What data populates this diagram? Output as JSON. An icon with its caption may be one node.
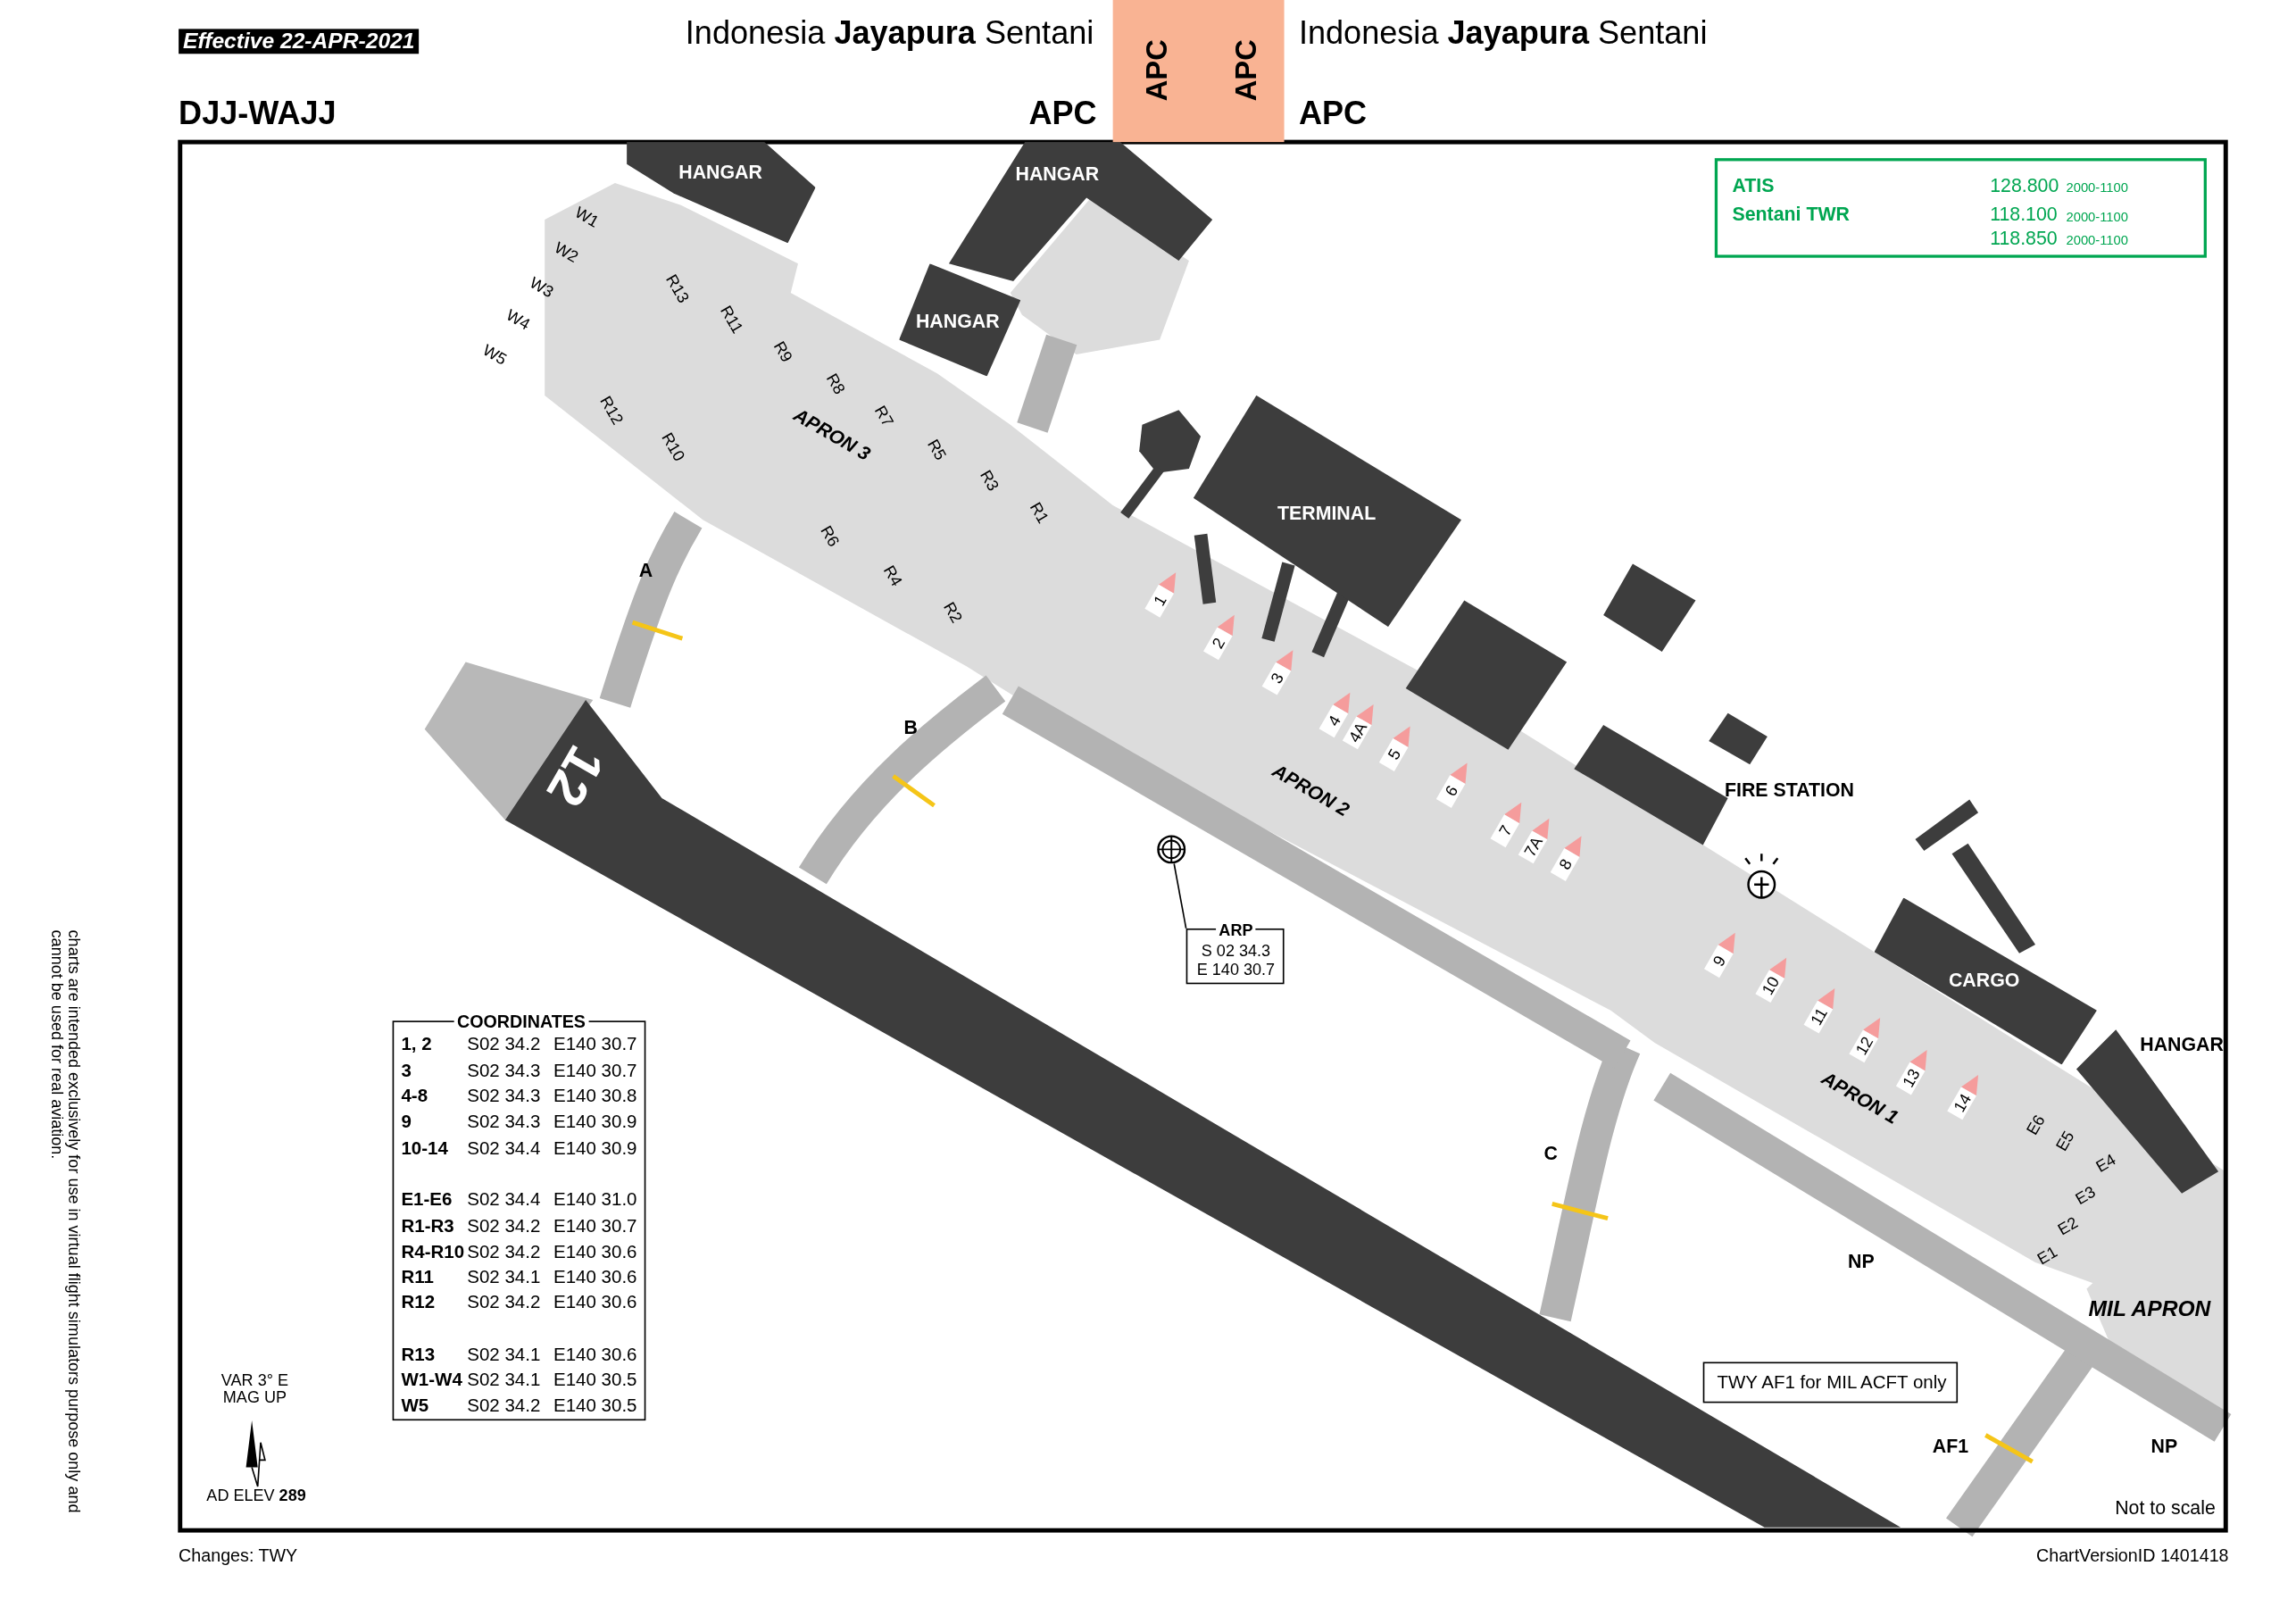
{
  "diagram": {
    "nodes": [
      {
        "text": [
          "HANGAR"
        ]
      },
      {
        "text": [
          "HANGAR"
        ]
      },
      {
        "text": [
          "HANGAR"
        ]
      },
      {
        "text": [
          "TERMINAL"
        ]
      },
      {
        "text": [
          "CARGO"
        ]
      },
      {
        "text": [
          "ATIS",
          "128.800",
          "2000-1100",
          "Sentani TWR",
          "118.100",
          "2000-1100",
          "118.850",
          "2000-1100"
        ]
      },
      {
        "text": [
          "ARP",
          "S 02 34.3",
          "E 140 30.7"
        ]
      },
      {
        "text": [],
        "shape": "circle"
      },
      {
        "text": [
          "COORDINATES"
        ]
      },
      {
        "text": [
          "TWY AF1 for MIL ACFT only"
        ]
      },
      {
        "text": [
          "APC",
          "APC"
        ]
      }
    ],
    "edges": [
      {
        "from": 6,
        "to": 7,
        "arrow": "none"
      }
    ],
    "labels": [
      "Effective 22-APR-2021",
      "Indonesia **Jayapura** Sentani",
      "Indonesia **Jayapura** Sentani",
      "DJJ-WAJJ",
      "APC",
      "APC",
      "W1",
      "W2",
      "W3",
      "W4",
      "W5",
      "R13",
      "R11",
      "R9",
      "R8",
      "R7",
      "R5",
      "R3",
      "R1",
      "R12",
      "R10",
      "APRON 3",
      "R6",
      "R4",
      "R2",
      "A",
      "1",
      "2",
      "3",
      "B",
      "12",
      "4",
      "4A",
      "5",
      "APRON 2",
      "6",
      "7",
      "7A",
      "8",
      "FIRE STATION",
      "9",
      "10",
      "11",
      "12",
      "13",
      "14",
      "HANGAR",
      "E6",
      "E5",
      "E4",
      "E3",
      "E2",
      "E1",
      "APRON 1",
      "C",
      "NP",
      "MIL APRON",
      "AF1",
      "NP",
      "Not to scale",
      "VAR 3° E MAG UP",
      "AD ELEV **289**",
      "1, 2",
      "S02 34.2",
      "E140 30.7",
      "3",
      "S02 34.3",
      "E140 30.7",
      "4-8",
      "S02 34.3",
      "E140 30.8",
      "9",
      "S02 34.3",
      "E140 30.9",
      "10-14",
      "S02 34.4",
      "E140 30.9",
      "E1-E6",
      "S02 34.4",
      "E140 31.0",
      "R1-R3",
      "S02 34.2",
      "E140 30.7",
      "R4-R10",
      "S02 34.2",
      "E140 30.6",
      "R11",
      "S02 34.1",
      "E140 30.6",
      "R12",
      "S02 34.2",
      "E140 30.6",
      "R13",
      "S02 34.1",
      "E140 30.6",
      "W1-W4",
      "S02 34.1",
      "E140 30.5",
      "W5",
      "S02 34.2",
      "E140 30.5",
      "Changes: TWY",
      "ChartVersionID 1401418",
      "charts are intended exclusively for use in virtual flight simulators purpose only and cannot be used for real aviation."
    ]
  }
}
